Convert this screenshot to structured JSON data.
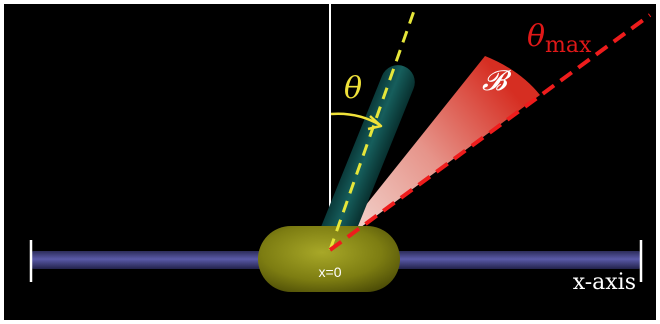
{
  "labels": {
    "theta": "θ",
    "theta_max_symbol": "θ",
    "theta_max_subscript": "max",
    "cone_label": "𝓑",
    "origin_label": "x=0",
    "axis_label": "x-axis"
  },
  "colors": {
    "background": "#000000",
    "frame": "#ffffff",
    "rail": "#4a4a90",
    "body": "#8a8a14",
    "rod": "#0d4c4a",
    "cone_light": "#f1d6d0",
    "cone_dark": "#d8382a",
    "theta_line": "#e6e63a",
    "theta_max_line": "#ee1c1c",
    "vertical_line": "#ffffff",
    "theta_label": "#f0e23a",
    "theta_max_label": "#e01818",
    "text_light": "#ffffff"
  },
  "angles_deg": {
    "theta": 22,
    "theta_max": 60
  }
}
